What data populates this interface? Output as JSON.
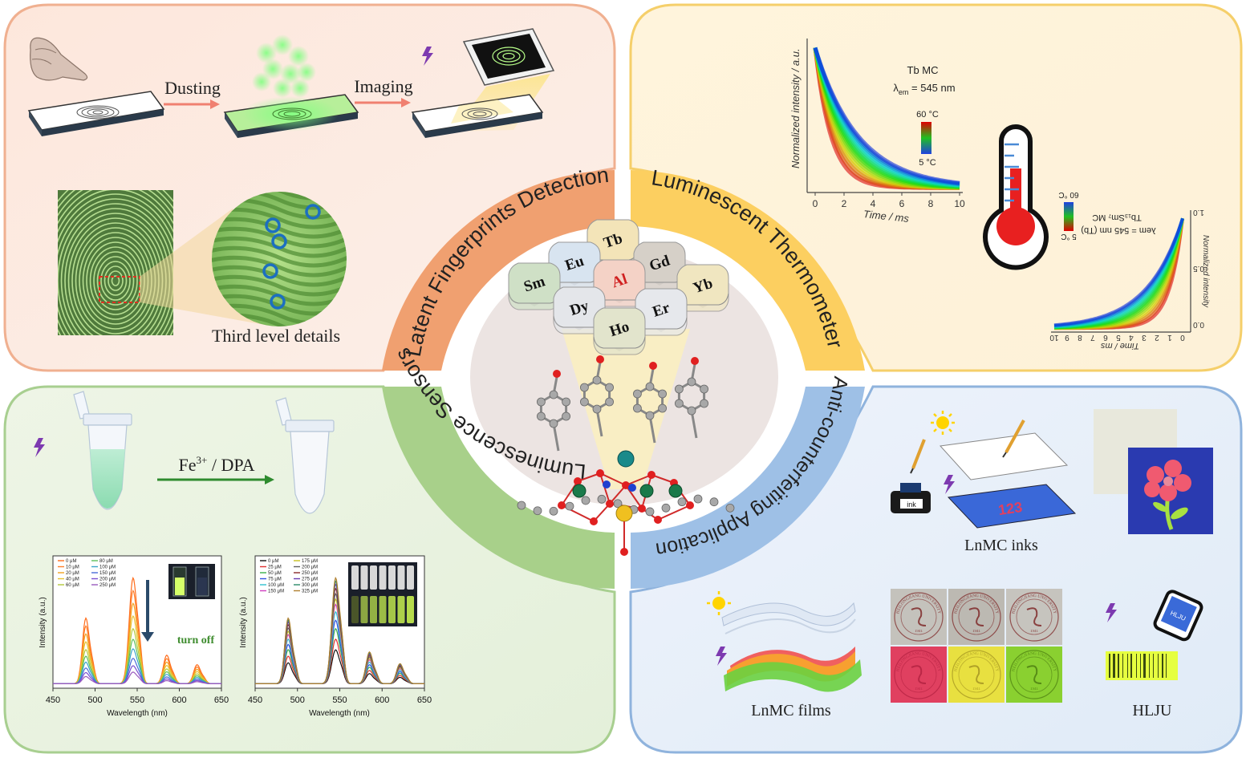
{
  "center": {
    "arc_labels": {
      "top_left": "Latent Fingerprints Detection",
      "top_right": "Luminescent Thermometer",
      "bottom_left": "Luminescence Sensors",
      "bottom_right": "Anti-counterfeiting Application"
    },
    "element_tiles": [
      "Tb",
      "Eu",
      "Al",
      "Gd",
      "Sm",
      "Dy",
      "Yb",
      "Er",
      "Ho"
    ]
  },
  "fingerprint_panel": {
    "step1_label": "Dusting",
    "step2_label": "Imaging",
    "detail_caption": "Third level details"
  },
  "thermometer_panel": {
    "chart_main": {
      "title_line1": "Tb MC",
      "title_line2_prefix": "λ",
      "title_line2_sub": "em",
      "title_line2_suffix": " = 545 nm",
      "ylabel": "Normalized intensity / a.u.",
      "xlabel": "Time / ms",
      "xticks": [
        "0",
        "2",
        "4",
        "6",
        "8",
        "10"
      ],
      "colorbar_top": "60 °C",
      "colorbar_bottom": "5 °C"
    },
    "chart_mirror": {
      "title_line1": "Tb₁₃Sm₇ MC",
      "title_line2": "λem = 545 nm (Tb)",
      "ylabel": "Normalized intensity",
      "xlabel": "Time / ms",
      "xticks": [
        "10",
        "9",
        "8",
        "7",
        "6",
        "5",
        "4",
        "3",
        "2",
        "1",
        "0"
      ],
      "yticks": [
        "1.0",
        "0.5",
        "0.0"
      ],
      "colorbar_top": "60 °C",
      "colorbar_bottom": "5 °C"
    }
  },
  "sensor_panel": {
    "reaction_label_main": "Fe",
    "reaction_label_sup": "3+",
    "reaction_label_rest": " / DPA",
    "chart_left": {
      "type": "line",
      "xlabel": "Wavelength (nm)",
      "ylabel": "Intensity (a.u.)",
      "xticks": [
        "450",
        "500",
        "550",
        "600",
        "650"
      ],
      "legend": [
        "0 μM",
        "10 μM",
        "20 μM",
        "40 μM",
        "60 μM",
        "80 μM",
        "100 μM",
        "150 μM",
        "200 μM",
        "250 μM"
      ],
      "annotation": "turn off",
      "peaks_nm": [
        489,
        545,
        585,
        621
      ],
      "peak_heights_max": [
        0.62,
        1.0,
        0.27,
        0.18
      ],
      "scale_factors": [
        1.0,
        0.88,
        0.76,
        0.64,
        0.52,
        0.42,
        0.33,
        0.24,
        0.17,
        0.11
      ],
      "series_colors": [
        "#ff6b1a",
        "#ff7f2a",
        "#f2a11e",
        "#e8c230",
        "#b4c93a",
        "#5fbf5a",
        "#3aa6c9",
        "#4a6bd8",
        "#7b4fd1",
        "#9a5bbd"
      ]
    },
    "chart_right": {
      "type": "line",
      "xlabel": "Wavelength (nm)",
      "ylabel": "Intensity (a.u.)",
      "xticks": [
        "450",
        "500",
        "550",
        "600",
        "650"
      ],
      "legend": [
        "0 μM",
        "25 μM",
        "50 μM",
        "75 μM",
        "100 μM",
        "150 μM",
        "175 μM",
        "200 μM",
        "250 μM",
        "275 μM",
        "300 μM",
        "325 μM"
      ],
      "peaks_nm": [
        489,
        545,
        585,
        621
      ],
      "peak_heights_max": [
        0.62,
        1.0,
        0.3,
        0.19
      ],
      "scale_factors": [
        0.32,
        0.42,
        0.52,
        0.6,
        0.68,
        0.75,
        0.8,
        0.85,
        0.9,
        0.94,
        0.97,
        1.0
      ],
      "series_colors": [
        "#111111",
        "#e03030",
        "#3ab04a",
        "#3050e0",
        "#30c0d0",
        "#d040c0",
        "#c8c020",
        "#606060",
        "#8a2a2a",
        "#6a3ab0",
        "#2a8a6a",
        "#b08030"
      ]
    }
  },
  "anticounterfeit_panel": {
    "inks_caption": "LnMC inks",
    "ink_bottle_label": "ink",
    "pattern_text": "123",
    "films_caption": "LnMC films",
    "hlju_caption": "HLJU",
    "phone_text": "HLJU",
    "seal_text": "HEILONGJIANG UNIVERSITY",
    "seal_year": "1941"
  },
  "colors": {
    "panel_tl_border": "#f0b090",
    "panel_tr_border": "#f5cf6a",
    "panel_bl_border": "#a8cf90",
    "panel_br_border": "#8fb3dd",
    "arc_tl": "#f0a070",
    "arc_tr": "#fccf60",
    "arc_bl": "#a8d08a",
    "arc_br": "#9ec0e6",
    "fluor_green": "#7ee67e",
    "sensor_green": "#2e8b2e"
  }
}
